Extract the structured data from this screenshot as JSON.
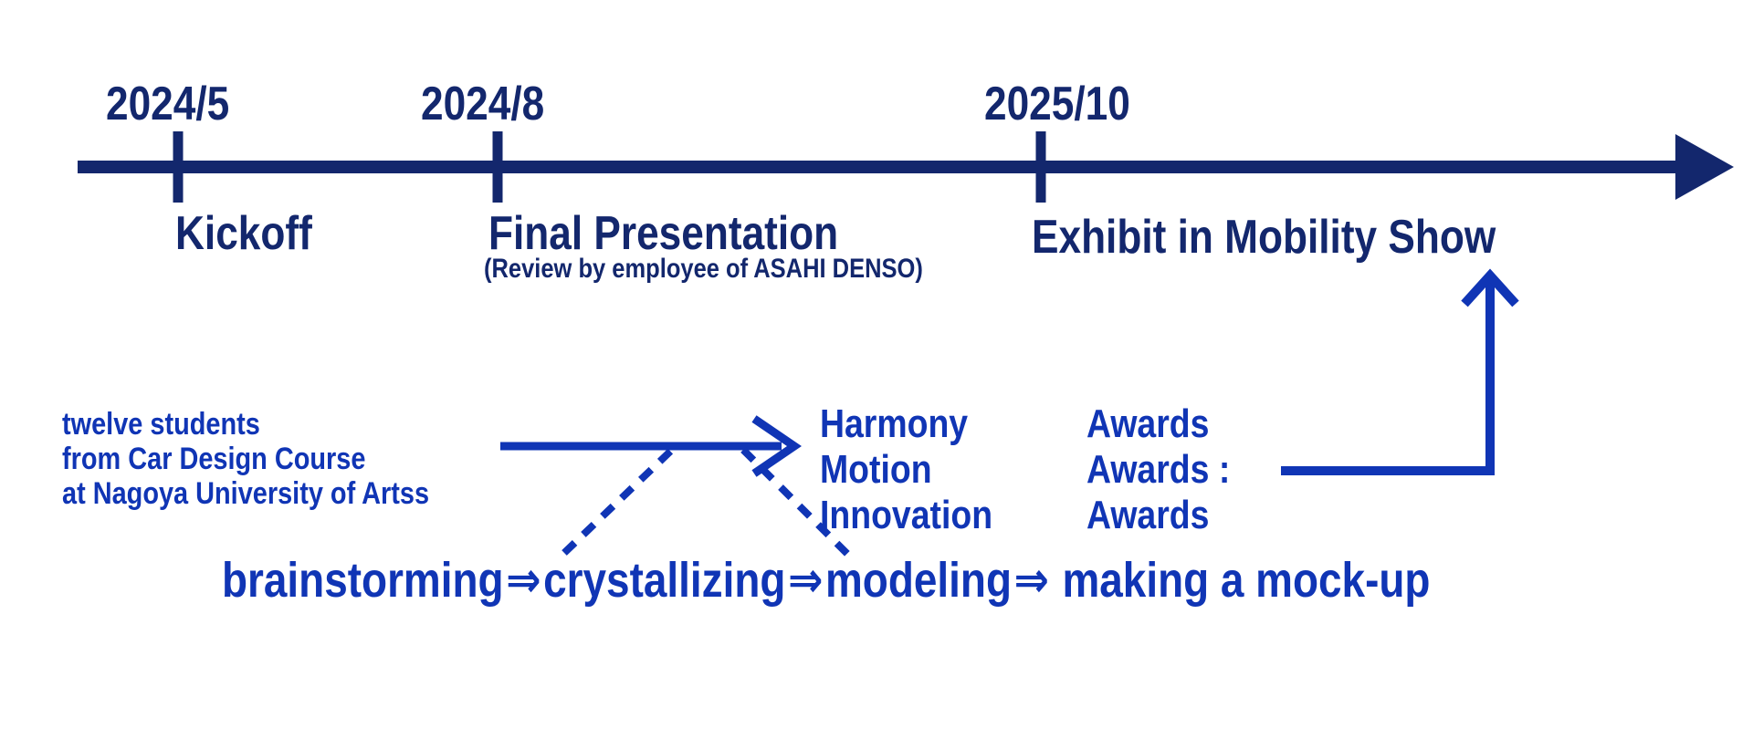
{
  "colors": {
    "navy": "#13276d",
    "blue": "#1035b5",
    "background": "#ffffff"
  },
  "timeline": {
    "milestones": [
      {
        "date": "2024/5",
        "label": "Kickoff"
      },
      {
        "date": "2024/8",
        "label": "Final Presentation",
        "sublabel": "(Review by employee of ASAHI DENSO)"
      },
      {
        "date": "2025/10",
        "label": "Exhibit in Mobility Show"
      }
    ]
  },
  "team": {
    "line1": "twelve students",
    "line2": "from Car Design Course",
    "line3": "at Nagoya University of Artss"
  },
  "awards": {
    "rows": [
      {
        "name": "Harmony",
        "suffix": "Awards"
      },
      {
        "name": "Motion",
        "suffix": "Awards :"
      },
      {
        "name": "Innovation",
        "suffix": "Awards"
      }
    ]
  },
  "process": {
    "separator": "⇒",
    "phase1": "brainstorming",
    "phase2": "crystallizing",
    "phase3": "modeling",
    "phase4": "making a mock-up"
  }
}
